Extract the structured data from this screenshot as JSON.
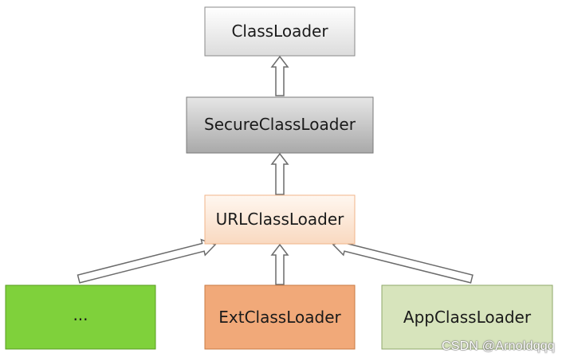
{
  "nodes": {
    "classloader": {
      "label": "ClassLoader",
      "fill_top": "#ffffff",
      "fill_bottom": "#dcdcdc",
      "stroke": "#8a8a8a"
    },
    "secureclassloader": {
      "label": "SecureClassLoader",
      "fill_top": "#e6e6e6",
      "fill_bottom": "#a9a9a9",
      "stroke": "#7a7a7a"
    },
    "urlclassloader": {
      "label": "URLClassLoader",
      "fill_top": "#fff7f0",
      "fill_bottom": "#f9d9c0",
      "stroke": "#f0b48a"
    },
    "other": {
      "label": "...",
      "fill": "#7fd13b",
      "stroke": "#5a9c22"
    },
    "extclassloader": {
      "label": "ExtClassLoader",
      "fill": "#f1a979",
      "stroke": "#c97a42"
    },
    "appclassloader": {
      "label": "AppClassLoader",
      "fill": "#d7e4bc",
      "stroke": "#8fa76a"
    }
  },
  "edges": [
    {
      "from": "secureclassloader",
      "to": "classloader"
    },
    {
      "from": "urlclassloader",
      "to": "secureclassloader"
    },
    {
      "from": "other",
      "to": "urlclassloader"
    },
    {
      "from": "extclassloader",
      "to": "urlclassloader"
    },
    {
      "from": "appclassloader",
      "to": "urlclassloader"
    }
  ],
  "watermark": "CSDN @Arnoldqqq"
}
